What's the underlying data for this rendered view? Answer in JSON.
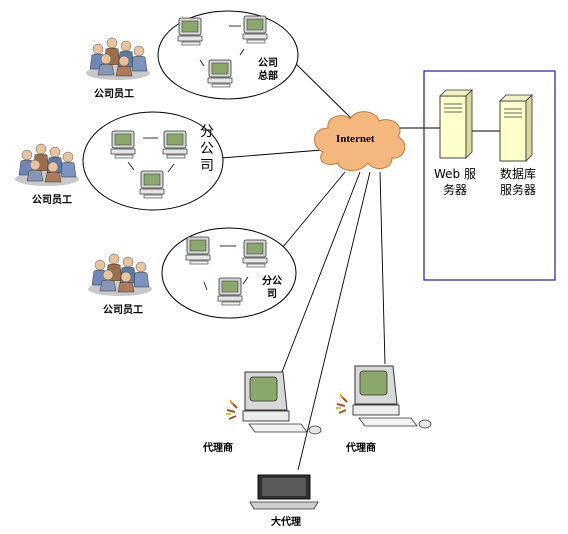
{
  "cloud": {
    "label": "Internet"
  },
  "headquarters": {
    "label_line1": "公司",
    "label_line2": "总部",
    "staff_label": "公司员工"
  },
  "branch1": {
    "label_chars": [
      "分",
      "公",
      "司"
    ],
    "staff_label": "公司员工"
  },
  "branch2": {
    "label_line1": "分公",
    "label_line2": "司",
    "staff_label": "公司员工"
  },
  "servers": {
    "web": {
      "line1": "Web 服",
      "line2": "务器"
    },
    "db": {
      "line1": "数据库",
      "line2": "服务器"
    }
  },
  "agents": {
    "agent1": "代理商",
    "agent2": "代理商",
    "main_agent": "大代理"
  },
  "colors": {
    "cloud_fill": "#f4b87f",
    "cloud_stroke": "#c07a38",
    "server_box": "#1a1aa6",
    "server_fill": "#ffffcc",
    "screen_fill": "#8aa86a",
    "people_blue": "#6f86b8"
  }
}
